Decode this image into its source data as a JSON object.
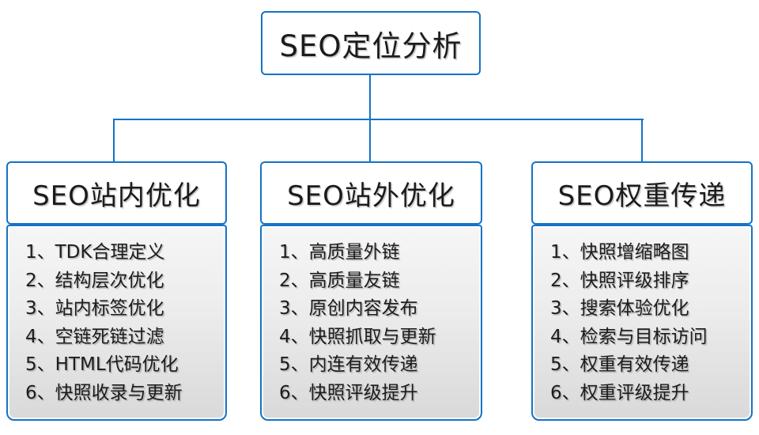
{
  "title": "SEO定位分析",
  "colors": {
    "accent": "#1473c5",
    "box_fill_top": "#f6f6f6",
    "box_fill_bottom": "#d9d9d9",
    "text": "#1b1b1b"
  },
  "columns": [
    {
      "header": "SEO站内优化",
      "items": [
        "1、TDK合理定义",
        "2、结构层次优化",
        "3、站内标签优化",
        "4、空链死链过滤",
        "5、HTML代码优化",
        "6、快照收录与更新"
      ]
    },
    {
      "header": "SEO站外优化",
      "items": [
        "1、高质量外链",
        "2、高质量友链",
        "3、原创内容发布",
        "4、快照抓取与更新",
        "5、内连有效传递",
        "6、快照评级提升"
      ]
    },
    {
      "header": "SEO权重传递",
      "items": [
        "1、快照增缩略图",
        "2、快照评级排序",
        "3、搜索体验优化",
        "4、检索与目标访问",
        "5、权重有效传递",
        "6、权重评级提升"
      ]
    }
  ]
}
